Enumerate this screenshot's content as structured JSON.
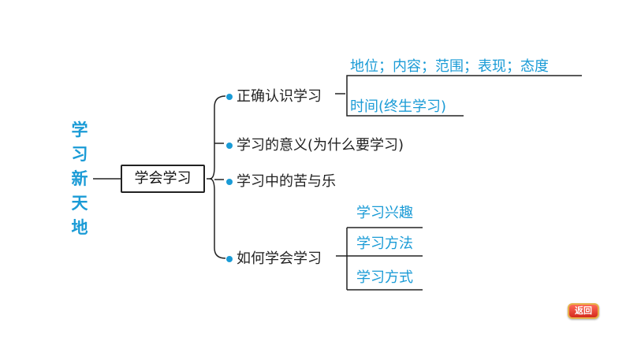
{
  "title_vertical": [
    "学",
    "习",
    "新",
    "天",
    "地"
  ],
  "center": "学会学习",
  "branches": [
    {
      "label": "正确认识学习",
      "leaves": [
        "地位；内容；范围；表现；态度",
        "时间(终生学习)"
      ]
    },
    {
      "label": "学习的意义(为什么要学习)",
      "leaves": []
    },
    {
      "label": "学习中的苦与乐",
      "leaves": []
    },
    {
      "label": "如何学会学习",
      "leaves": [
        "学习兴趣",
        "学习方法",
        "学习方式"
      ]
    }
  ],
  "back_button": "返回",
  "colors": {
    "accent": "#1a9bd6",
    "line": "#222222",
    "button": "#d42a1c"
  }
}
